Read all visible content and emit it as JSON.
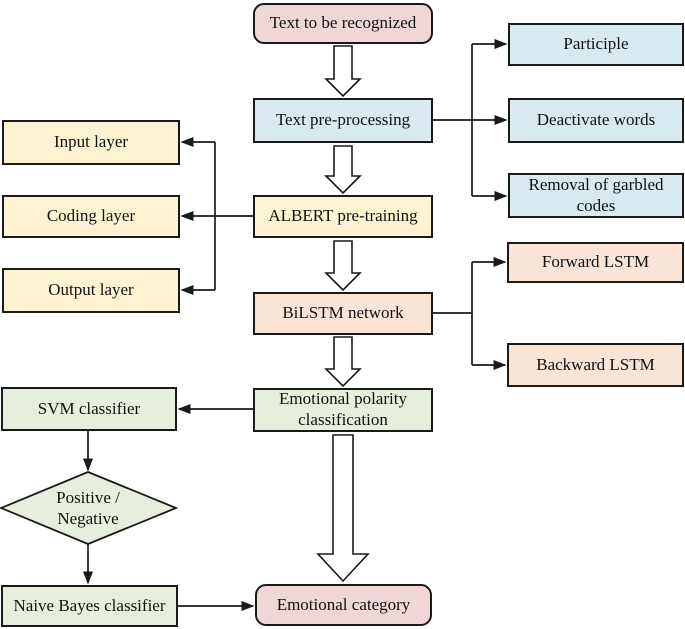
{
  "palette": {
    "pink": "#f0d6d7",
    "blue": "#d8e9f0",
    "yellow": "#fdf3d0",
    "peach": "#fae4d5",
    "green": "#e6efde",
    "border": "#1a1a1a",
    "line": "#1a1a1a"
  },
  "nodes": {
    "start": {
      "label": "Text to be recognized"
    },
    "preproc": {
      "label": "Text pre-processing"
    },
    "albert": {
      "label": "ALBERT pre-training"
    },
    "bilstm": {
      "label": "BiLSTM network"
    },
    "polarity": {
      "label": "Emotional polarity classification"
    },
    "category": {
      "label": "Emotional category"
    },
    "participle": {
      "label": "Participle"
    },
    "deactivate": {
      "label": "Deactivate words"
    },
    "garbled": {
      "label": "Removal of garbled codes"
    },
    "forward": {
      "label": "Forward LSTM"
    },
    "backward": {
      "label": "Backward LSTM"
    },
    "input": {
      "label": "Input layer"
    },
    "coding": {
      "label": "Coding layer"
    },
    "output": {
      "label": "Output layer"
    },
    "svm": {
      "label": "SVM classifier"
    },
    "decision": {
      "label": "Positive / Negative"
    },
    "bayes": {
      "label": "Naive Bayes classifier"
    }
  },
  "edges": [
    {
      "from": "start",
      "to": "preproc",
      "style": "hollow-down"
    },
    {
      "from": "preproc",
      "to": "albert",
      "style": "hollow-down"
    },
    {
      "from": "albert",
      "to": "bilstm",
      "style": "hollow-down"
    },
    {
      "from": "bilstm",
      "to": "polarity",
      "style": "hollow-down"
    },
    {
      "from": "polarity",
      "to": "category",
      "style": "hollow-down-long"
    },
    {
      "from": "preproc",
      "to": "participle",
      "style": "arrow"
    },
    {
      "from": "preproc",
      "to": "deactivate",
      "style": "arrow"
    },
    {
      "from": "preproc",
      "to": "garbled",
      "style": "arrow"
    },
    {
      "from": "albert",
      "to": "input",
      "style": "arrow"
    },
    {
      "from": "albert",
      "to": "coding",
      "style": "arrow"
    },
    {
      "from": "albert",
      "to": "output",
      "style": "arrow"
    },
    {
      "from": "bilstm",
      "to": "forward",
      "style": "arrow"
    },
    {
      "from": "bilstm",
      "to": "backward",
      "style": "arrow"
    },
    {
      "from": "polarity",
      "to": "svm",
      "style": "arrow"
    },
    {
      "from": "svm",
      "to": "decision",
      "style": "arrow"
    },
    {
      "from": "decision",
      "to": "bayes",
      "style": "arrow"
    },
    {
      "from": "bayes",
      "to": "category",
      "style": "arrow"
    }
  ]
}
